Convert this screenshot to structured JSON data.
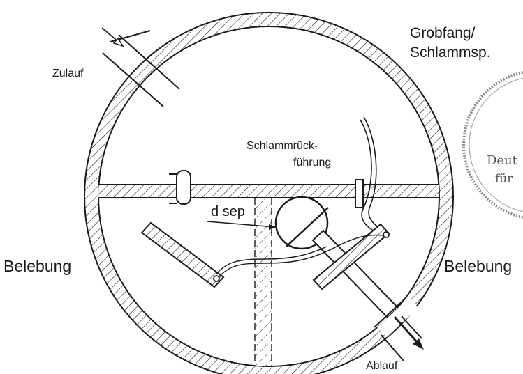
{
  "labels": {
    "zulauf": "Zulauf",
    "grobfang": "Grobfang/",
    "schlammsp": "Schlammsp.",
    "schlamm1": "Schlammrück-",
    "schlamm2": "führung",
    "dsep": "d sep",
    "belebung_left": "Belebung",
    "belebung_right": "Belebung",
    "ablauf": "Ablauf"
  },
  "stamp": {
    "line1": "Deut",
    "line2": "für"
  },
  "colors": {
    "ink": "#1a1a1a",
    "stamp": "#666666"
  }
}
